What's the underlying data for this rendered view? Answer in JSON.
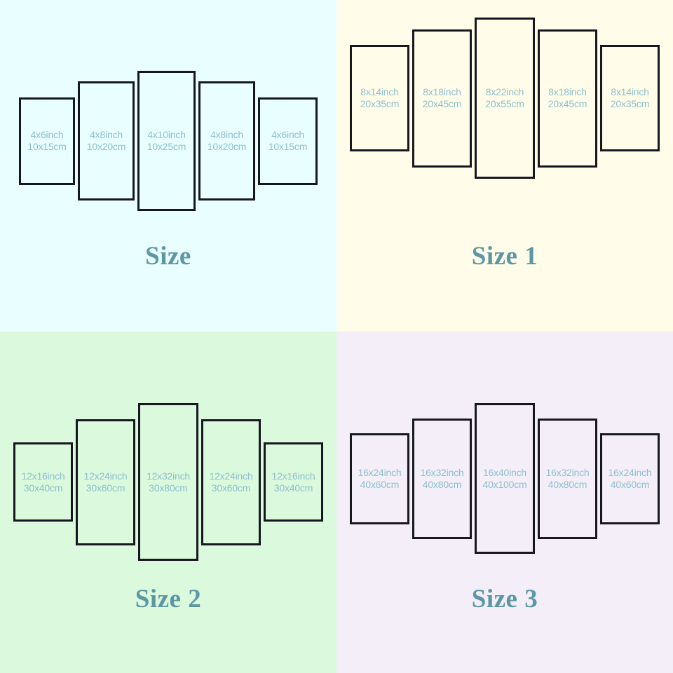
{
  "colors": {
    "panel_border": "#17171f",
    "panel_label_text": "#8fc0cc",
    "title_text": "#5e97a4",
    "bg_top_left": "#e9feff",
    "bg_top_right": "#fffde9",
    "bg_bottom_left": "#dbf9dd",
    "bg_bottom_right": "#f3eef8"
  },
  "quadrants": [
    {
      "id": "q0",
      "title": "Size",
      "background": "#e9feff",
      "panels": [
        {
          "inch": "4x6inch",
          "cm": "10x15cm"
        },
        {
          "inch": "4x8inch",
          "cm": "10x20cm"
        },
        {
          "inch": "4x10inch",
          "cm": "10x25cm"
        },
        {
          "inch": "4x8inch",
          "cm": "10x20cm"
        },
        {
          "inch": "4x6inch",
          "cm": "10x15cm"
        }
      ]
    },
    {
      "id": "q1",
      "title": "Size 1",
      "background": "#fffde9",
      "panels": [
        {
          "inch": "8x14inch",
          "cm": "20x35cm"
        },
        {
          "inch": "8x18inch",
          "cm": "20x45cm"
        },
        {
          "inch": "8x22inch",
          "cm": "20x55cm"
        },
        {
          "inch": "8x18inch",
          "cm": "20x45cm"
        },
        {
          "inch": "8x14inch",
          "cm": "20x35cm"
        }
      ]
    },
    {
      "id": "q2",
      "title": "Size 2",
      "background": "#dbf9dd",
      "panels": [
        {
          "inch": "12x16inch",
          "cm": "30x40cm"
        },
        {
          "inch": "12x24inch",
          "cm": "30x60cm"
        },
        {
          "inch": "12x32inch",
          "cm": "30x80cm"
        },
        {
          "inch": "12x24inch",
          "cm": "30x60cm"
        },
        {
          "inch": "12x16inch",
          "cm": "30x40cm"
        }
      ]
    },
    {
      "id": "q3",
      "title": "Size 3",
      "background": "#f3eef8",
      "panels": [
        {
          "inch": "16x24inch",
          "cm": "40x60cm"
        },
        {
          "inch": "16x32inch",
          "cm": "40x80cm"
        },
        {
          "inch": "16x40inch",
          "cm": "40x100cm"
        },
        {
          "inch": "16x32inch",
          "cm": "40x80cm"
        },
        {
          "inch": "16x24inch",
          "cm": "40x60cm"
        }
      ]
    }
  ]
}
